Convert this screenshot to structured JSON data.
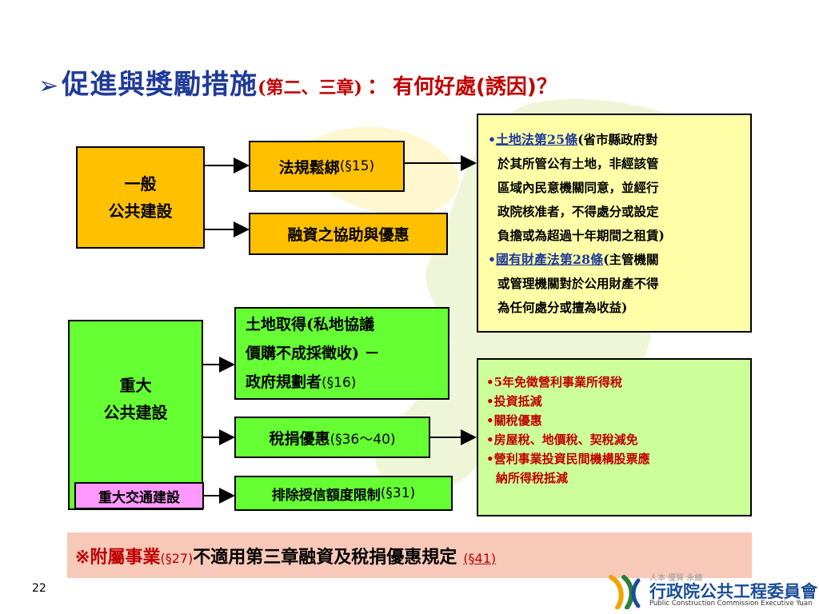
{
  "title": {
    "arrow": "➢",
    "main": "促進與獎勵措施",
    "chapters": "(第二、三章)",
    "colon": "：",
    "question": "有何好處(誘因)？"
  },
  "left_boxes": {
    "general_line1": "一般",
    "general_line2": "公共建設",
    "major_line1": "重大",
    "major_line2": "公共建設",
    "major_traffic": "重大交通建設"
  },
  "middle_boxes": {
    "regulation": "法規鬆綁",
    "regulation_sect": "(§15)",
    "financing": "融資之協助與優惠",
    "land_line1": "土地取得(私地協議",
    "land_line2": "價購不成採徵收) －",
    "land_line3": "政府規劃者",
    "land_sect": "(§16)",
    "tax": "稅捐優惠",
    "tax_sect": "(§36～40)",
    "credit": "排除授信額度限制",
    "credit_sect": "(§31)"
  },
  "law_box": {
    "bullet": "•",
    "item1_link": "土地法第25條",
    "item1_l1": "(省市縣政府對",
    "item1_l2": "於其所管公有土地，非經該管",
    "item1_l3": "區域內民意機關同意，並經行",
    "item1_l4": "政院核准者，不得處分或設定",
    "item1_l5": "負擔或為超過十年期間之租賃)",
    "item2_link": "國有財產法第28條",
    "item2_l1": "(主管機關",
    "item2_l2": "或管理機關對於公用財產不得",
    "item2_l3": "為任何處分或擅為收益)"
  },
  "tax_list": {
    "i1": "•5年免徵營利事業所得稅",
    "i2": "•投資抵減",
    "i3": "•關稅優惠",
    "i4": "•房屋稅、地價稅、契稅減免",
    "i5a": "•營利事業投資民間機構股票應",
    "i5b": "納所得稅抵減"
  },
  "note": {
    "mark": "※",
    "part1": "附屬事業",
    "sect1": "(§27)",
    "part2": "不適用第三章融資及稅捐優惠規定",
    "sect2": "(§41)"
  },
  "page_number": "22",
  "logo": {
    "slogan": "人本 優質 永續",
    "name": "行政院公共工程委員會",
    "english": "Public Construction Commission Executive Yuan"
  },
  "colors": {
    "title_blue": "#1f3b9a",
    "accent_red": "#c00000",
    "box_yellow": "#ffc000",
    "box_green": "#66ff33",
    "traffic_pink": "#ff99ff",
    "law_bg": "#ffffa8",
    "tax_bg": "#ccff99",
    "note_bg": "#f8c8b8"
  }
}
